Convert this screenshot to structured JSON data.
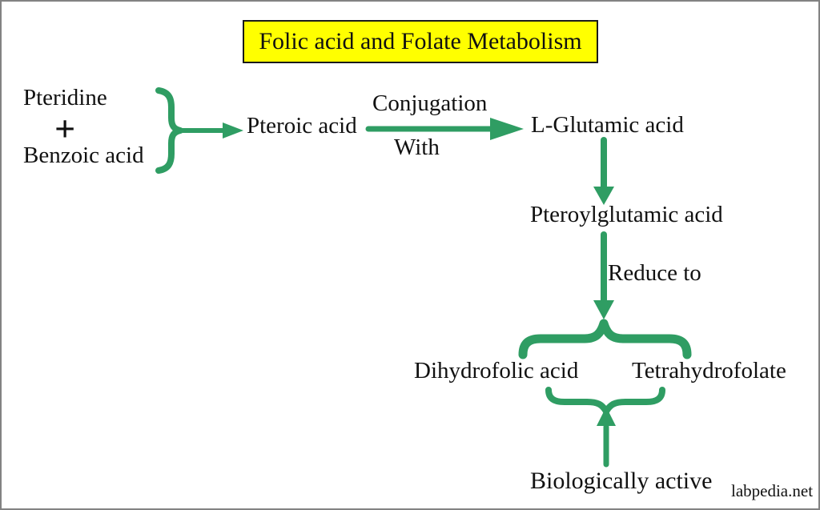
{
  "colors": {
    "accent_green": "#2f9d63",
    "title_bg": "#ffff00",
    "title_border": "#1a1a1a",
    "text": "#111111",
    "frame_border": "#828282"
  },
  "title": {
    "text": "Folic acid and Folate Metabolism"
  },
  "reactants": {
    "pteridine": "Pteridine",
    "plus": "+",
    "benzoic_acid": "Benzoic acid"
  },
  "nodes": {
    "pteroic_acid": "Pteroic acid",
    "l_glutamic_acid": "L-Glutamic acid",
    "pteroylglutamic_acid": "Pteroylglutamic acid",
    "dihydrofolic_acid": "Dihydrofolic acid",
    "tetrahydrofolate": "Tetrahydrofolate",
    "biologically_active": "Biologically active"
  },
  "edge_labels": {
    "conjugation_line1": "Conjugation",
    "conjugation_line2": "With",
    "reduce_to": "Reduce to"
  },
  "watermark": "labpedia.net"
}
